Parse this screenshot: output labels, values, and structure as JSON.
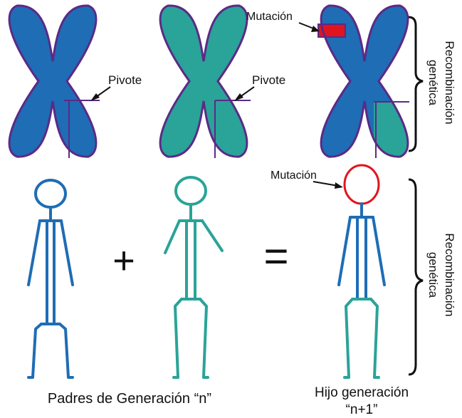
{
  "labels": {
    "pivot_left": "Pivote",
    "pivot_middle": "Pivote",
    "mutation_chromosome": "Mutación",
    "mutation_child": "Mutación",
    "recombination_top_line1": "Recombinación",
    "recombination_top_line2": "genética",
    "recombination_bottom_line1": "Recombinación",
    "recombination_bottom_line2": "genética",
    "plus_sign": "+",
    "equals_sign": "=",
    "parents_caption": "Padres de Generación “n”",
    "child_caption_line1": "Hijo generación",
    "child_caption_line2": "“n+1”"
  },
  "colors": {
    "parent1": "#1e6db5",
    "parent2": "#2aa398",
    "outline": "#5b2a86",
    "mutation": "#e0141e",
    "text": "#111111"
  }
}
